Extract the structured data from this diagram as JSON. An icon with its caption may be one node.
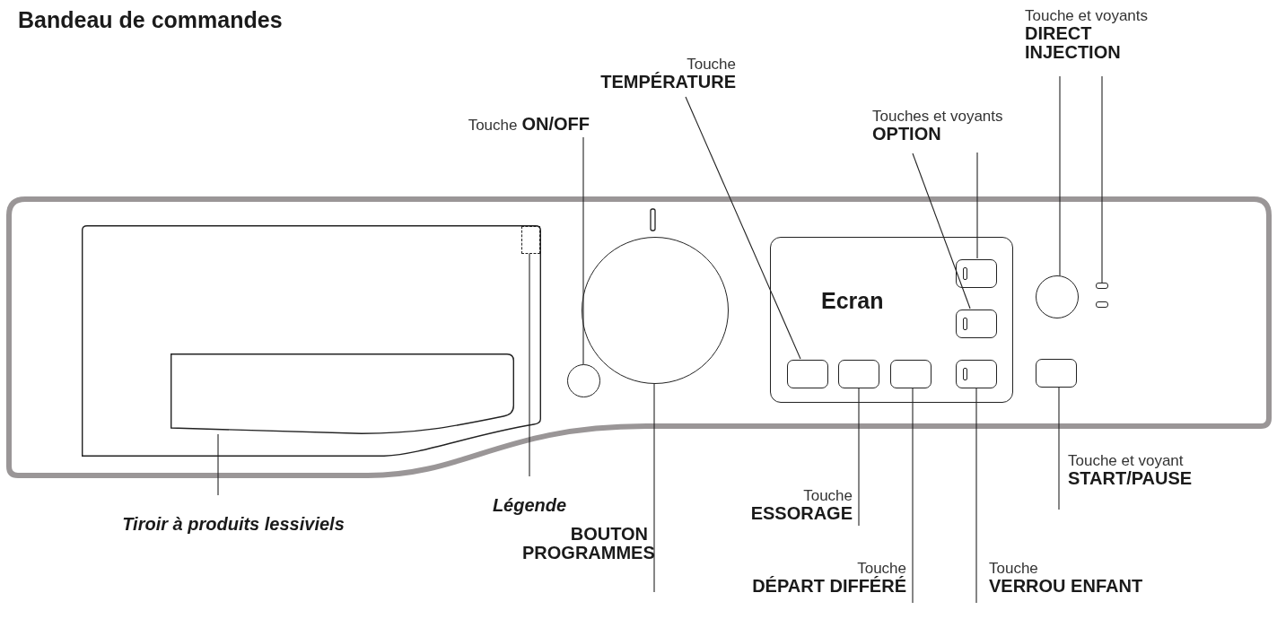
{
  "diagram": {
    "title": "Bandeau de commandes",
    "nodes": [
      {
        "text": [],
        "shape": "box"
      },
      {
        "text": [],
        "shape": "box",
        "in": 0
      },
      {
        "text": [],
        "shape": "box",
        "in": 0
      },
      {
        "text": [],
        "shape": "circle"
      },
      {
        "text": [],
        "shape": "circle"
      },
      {
        "text": [
          "Ecran"
        ]
      },
      {
        "text": [],
        "shape": "box",
        "in": 5
      },
      {
        "text": [],
        "shape": "box",
        "in": 5
      },
      {
        "text": [],
        "shape": "box",
        "in": 5
      },
      {
        "text": [],
        "shape": "box",
        "in": 5
      },
      {
        "text": [],
        "shape": "box",
        "in": 5
      },
      {
        "text": [],
        "shape": "box",
        "in": 5
      },
      {
        "text": [],
        "shape": "circle"
      },
      {
        "text": [],
        "shape": "box"
      },
      {
        "text": [],
        "shape": "box"
      },
      {
        "text": [],
        "shape": "box"
      },
      {
        "text": [
          "Touche",
          "ON/OFF"
        ]
      },
      {
        "text": [
          "Touche",
          "TEMPÉRATURE"
        ]
      },
      {
        "text": [
          "Touches et voyants",
          "OPTION"
        ]
      },
      {
        "text": [
          "Touche et voyants",
          "DIRECT INJECTION"
        ]
      },
      {
        "text": [
          "Tiroir à produits lessiviels"
        ]
      },
      {
        "text": [
          "Légende"
        ]
      },
      {
        "text": [
          "BOUTON PROGRAMMES"
        ]
      },
      {
        "text": [
          "Touche",
          "ESSORAGE"
        ]
      },
      {
        "text": [
          "Touche",
          "DÉPART DIFFÉRÉ"
        ]
      },
      {
        "text": [
          "Touche",
          "VERROU ENFANT"
        ]
      },
      {
        "text": [
          "Touche et voyant",
          "START/PAUSE"
        ]
      }
    ],
    "edges": [
      {
        "from": 20,
        "to": 1,
        "arrow": "none"
      },
      {
        "from": 21,
        "to": 2,
        "arrow": "none"
      },
      {
        "from": 16,
        "to": 3,
        "arrow": "none"
      },
      {
        "from": 22,
        "to": 4,
        "arrow": "none"
      },
      {
        "from": 17,
        "to": 8,
        "arrow": "none"
      },
      {
        "from": 18,
        "to": 6,
        "arrow": "none"
      },
      {
        "from": 18,
        "to": 7,
        "arrow": "none"
      },
      {
        "from": 19,
        "to": 12,
        "arrow": "none"
      },
      {
        "from": 19,
        "to": 13,
        "arrow": "none"
      },
      {
        "from": 23,
        "to": 9,
        "arrow": "none"
      },
      {
        "from": 24,
        "to": 10,
        "arrow": "none"
      },
      {
        "from": 25,
        "to": 11,
        "arrow": "none"
      },
      {
        "from": 26,
        "to": 15,
        "arrow": "none"
      }
    ]
  }
}
